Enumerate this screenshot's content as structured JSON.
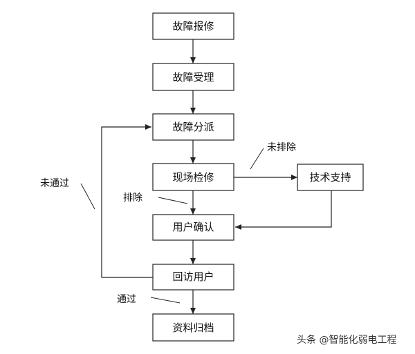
{
  "nodes": {
    "report": "故障报修",
    "accept": "故障受理",
    "dispatch": "故障分派",
    "onsite": "现场检修",
    "support": "技术支持",
    "confirm": "用户确认",
    "revisit": "回访用户",
    "archive": "资料归档"
  },
  "edge_labels": {
    "not_resolved": "未排除",
    "resolved": "排除",
    "not_passed": "未通过",
    "passed": "通过"
  },
  "watermark": "头条 @智能化弱电工程"
}
